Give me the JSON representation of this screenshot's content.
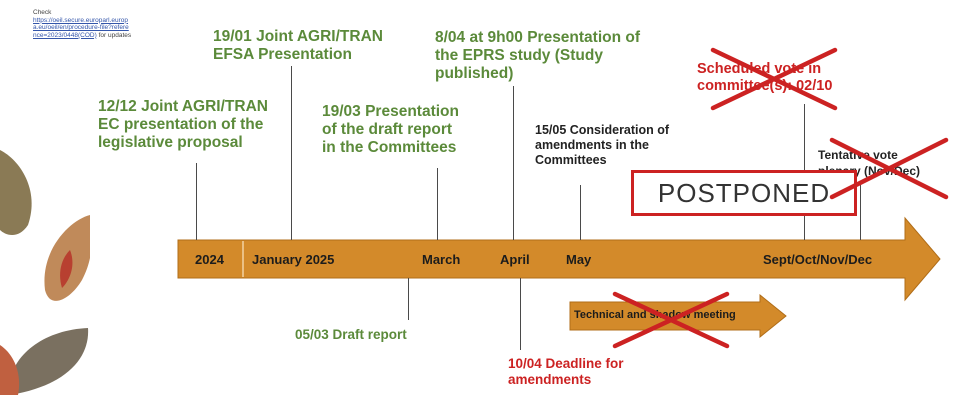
{
  "note": {
    "check": "Check",
    "link": "https://oeil.secure.europarl.europa.eu/oeil/en/procedure-file?reference=2023/0448(COD)",
    "link_lines": [
      "https://oeil.secure.europarl.europ",
      "a.eu/oeil/en/procedure-file?refere",
      "nce=2023/0448(COD)"
    ],
    "suffix": "for updates"
  },
  "timeline": {
    "labels": [
      "2024",
      "January 2025",
      "March",
      "April",
      "May",
      "Sept/Oct/Nov/Dec"
    ],
    "shadow_meeting": "Technical and shadow meeting"
  },
  "events": {
    "dec_2024": [
      "12/12 Joint AGRI/TRAN",
      "EC presentation of the",
      "legislative proposal"
    ],
    "jan_2025": [
      "19/01 Joint AGRI/TRAN",
      "EFSA Presentation"
    ],
    "mar_draft_presentation": [
      "19/03 Presentation",
      "of the draft report",
      "in the Committees"
    ],
    "apr_study": [
      "8/04 at 9h00 Presentation of",
      "the EPRS study (Study",
      "published)"
    ],
    "may_amendments": [
      "15/05 Consideration of",
      "amendments in the",
      "Committees"
    ],
    "committee_vote": [
      "Scheduled vote in",
      "committee(s): 02/10"
    ],
    "plenary_vote": [
      "Tentative vote",
      "plenary (Nov/Dec)"
    ],
    "draft_report": "05/03 Draft report",
    "amend_deadline": [
      "10/04 Deadline for",
      "amendments"
    ]
  },
  "status": {
    "postponed": "POSTPONED"
  },
  "colors": {
    "green": "#5b8a3a",
    "red": "#cc2222",
    "arrow": "#d38a2a",
    "arrow_border": "#b06d18"
  }
}
